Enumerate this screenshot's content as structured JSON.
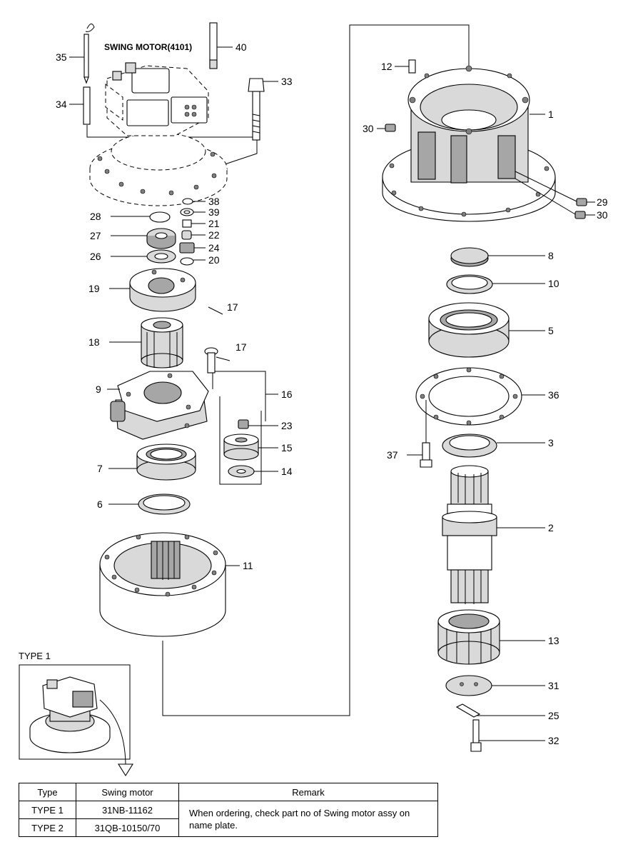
{
  "title": "SWING MOTOR(4101)",
  "callouts": [
    {
      "id": "c1",
      "label": "1"
    },
    {
      "id": "c2",
      "label": "2"
    },
    {
      "id": "c3",
      "label": "3"
    },
    {
      "id": "c5",
      "label": "5"
    },
    {
      "id": "c6",
      "label": "6"
    },
    {
      "id": "c7",
      "label": "7"
    },
    {
      "id": "c8",
      "label": "8"
    },
    {
      "id": "c9",
      "label": "9"
    },
    {
      "id": "c10",
      "label": "10"
    },
    {
      "id": "c11",
      "label": "11"
    },
    {
      "id": "c12",
      "label": "12"
    },
    {
      "id": "c13",
      "label": "13"
    },
    {
      "id": "c14",
      "label": "14"
    },
    {
      "id": "c15",
      "label": "15"
    },
    {
      "id": "c16",
      "label": "16"
    },
    {
      "id": "c17a",
      "label": "17"
    },
    {
      "id": "c17b",
      "label": "17"
    },
    {
      "id": "c18",
      "label": "18"
    },
    {
      "id": "c19",
      "label": "19"
    },
    {
      "id": "c20",
      "label": "20"
    },
    {
      "id": "c21",
      "label": "21"
    },
    {
      "id": "c22",
      "label": "22"
    },
    {
      "id": "c23",
      "label": "23"
    },
    {
      "id": "c24",
      "label": "24"
    },
    {
      "id": "c25",
      "label": "25"
    },
    {
      "id": "c26",
      "label": "26"
    },
    {
      "id": "c27",
      "label": "27"
    },
    {
      "id": "c28",
      "label": "28"
    },
    {
      "id": "c29",
      "label": "29"
    },
    {
      "id": "c30a",
      "label": "30"
    },
    {
      "id": "c30b",
      "label": "30"
    },
    {
      "id": "c31",
      "label": "31"
    },
    {
      "id": "c32",
      "label": "32"
    },
    {
      "id": "c33",
      "label": "33"
    },
    {
      "id": "c34",
      "label": "34"
    },
    {
      "id": "c35",
      "label": "35"
    },
    {
      "id": "c36",
      "label": "36"
    },
    {
      "id": "c37",
      "label": "37"
    },
    {
      "id": "c38",
      "label": "38"
    },
    {
      "id": "c39",
      "label": "39"
    },
    {
      "id": "c40",
      "label": "40"
    }
  ],
  "inset": {
    "label": "TYPE 1"
  },
  "table": {
    "headers": [
      "Type",
      "Swing motor",
      "Remark"
    ],
    "rows": [
      {
        "type": "TYPE 1",
        "motor": "31NB-11162"
      },
      {
        "type": "TYPE 2",
        "motor": "31QB-10150/70"
      }
    ],
    "remark": "When ordering, check part no of Swing motor assy on name plate."
  }
}
